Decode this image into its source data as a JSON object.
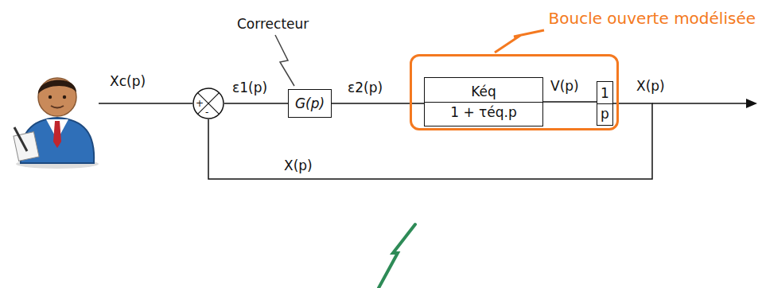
{
  "diagram": {
    "nodes": [
      {
        "text": [
          "+",
          "-"
        ]
      },
      {
        "text": [
          "G(p)"
        ]
      },
      {
        "text": [
          "Boucle ouverte modélisée"
        ]
      },
      {
        "text": [
          "Kéq",
          "1 + τéq.p"
        ],
        "in": 2
      },
      {
        "text": [
          "1",
          "p"
        ],
        "in": 2
      }
    ],
    "edges": [
      {
        "from": 0,
        "to": 1,
        "arrow": "none",
        "label": "ε1(p)"
      },
      {
        "from": 1,
        "to": 3,
        "arrow": "none",
        "label": "ε2(p)"
      },
      {
        "from": 3,
        "to": 4,
        "arrow": "none",
        "label": "V(p)"
      },
      {
        "from": 4,
        "to": 0,
        "arrow": "none",
        "label": "X(p)"
      }
    ],
    "labels": [
      "Xc(p)",
      "Correcteur",
      "X(p)"
    ]
  }
}
